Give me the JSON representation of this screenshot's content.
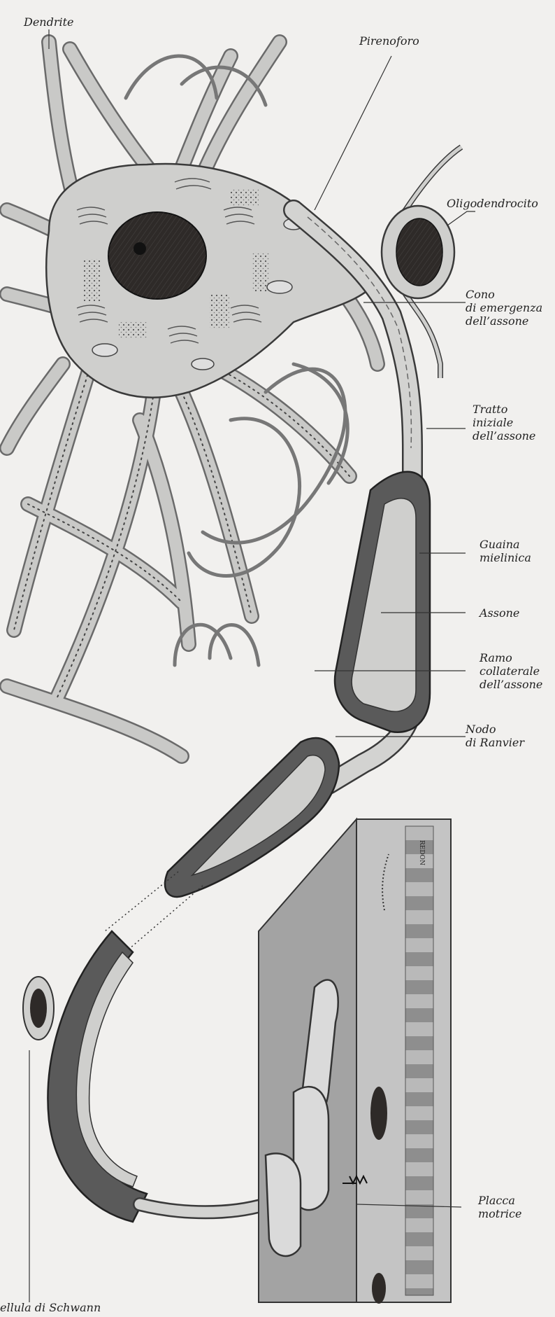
{
  "labels": {
    "dendrite": [
      "Dendrite"
    ],
    "pirenoforo": [
      "Pirenoforo"
    ],
    "oligodendrocito": [
      "Oligodendrocito"
    ],
    "cono": [
      "Cono",
      "di emergenza",
      "dell’assone"
    ],
    "tratto": [
      "Tratto",
      "iniziale",
      "dell’assone"
    ],
    "guaina": [
      "Guaina",
      "mielinica"
    ],
    "assone": [
      "Assone"
    ],
    "ramo": [
      "Ramo",
      "collaterale",
      "dell’assone"
    ],
    "nodo": [
      "Nodo",
      "di Ranvier"
    ],
    "placca": [
      "Placca",
      "motrice"
    ],
    "schwann": [
      "ellula di Schwann"
    ]
  },
  "signature": "REDON",
  "colors": {
    "background": "#f1f0ee",
    "cytoplasm": "#cfcfcd",
    "myelin": "#555555",
    "nucleus": "#2e2a28",
    "muscle": "#9e9e9e",
    "ink": "#2a2a2a"
  }
}
